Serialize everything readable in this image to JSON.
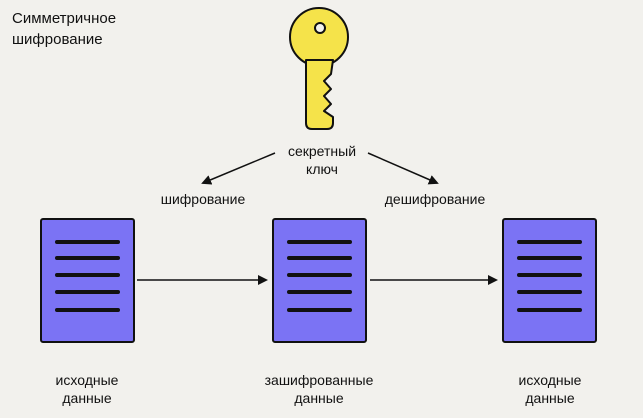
{
  "title": "Симметричное шифрование",
  "key_label": "секретный ключ",
  "encrypt_label": "шифрование",
  "decrypt_label": "дешифрование",
  "docs": [
    {
      "label": "исходные данные"
    },
    {
      "label": "зашифрованные данные"
    },
    {
      "label": "исходные данные"
    }
  ],
  "colors": {
    "key": "#f5e34a",
    "document": "#7b73f4",
    "outline": "#111111",
    "background": "#f2f1ed"
  },
  "icons": [
    "key-icon",
    "document-icon",
    "arrow-icon"
  ]
}
